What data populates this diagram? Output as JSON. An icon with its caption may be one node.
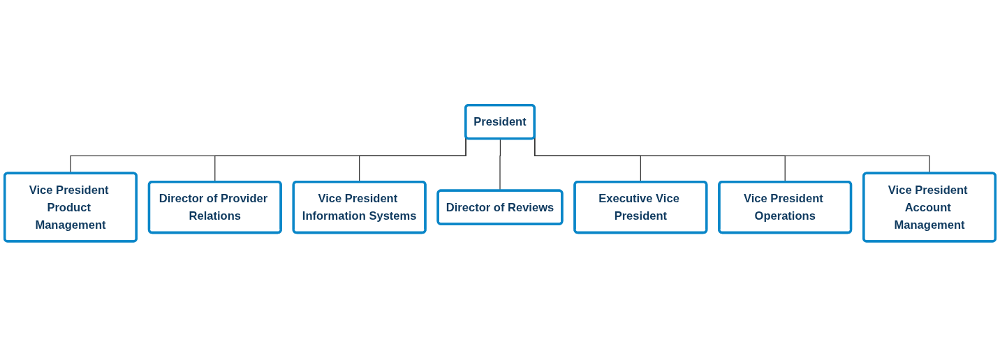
{
  "diagram": {
    "nodes": [
      {
        "text": [
          "President"
        ]
      },
      {
        "text": [
          "Vice President Product Management"
        ]
      },
      {
        "text": [
          "Director of Provider Relations"
        ]
      },
      {
        "text": [
          "Vice President Information Systems"
        ]
      },
      {
        "text": [
          "Director of Reviews"
        ]
      },
      {
        "text": [
          "Executive Vice President"
        ]
      },
      {
        "text": [
          "Vice President Operations"
        ]
      },
      {
        "text": [
          "Vice President Account Management"
        ]
      }
    ],
    "edges": [
      {
        "from": 0,
        "to": 1,
        "arrow": "none"
      },
      {
        "from": 0,
        "to": 2,
        "arrow": "none"
      },
      {
        "from": 0,
        "to": 3,
        "arrow": "none"
      },
      {
        "from": 0,
        "to": 4,
        "arrow": "none"
      },
      {
        "from": 0,
        "to": 5,
        "arrow": "none"
      },
      {
        "from": 0,
        "to": 6,
        "arrow": "none"
      },
      {
        "from": 0,
        "to": 7,
        "arrow": "none"
      }
    ]
  }
}
